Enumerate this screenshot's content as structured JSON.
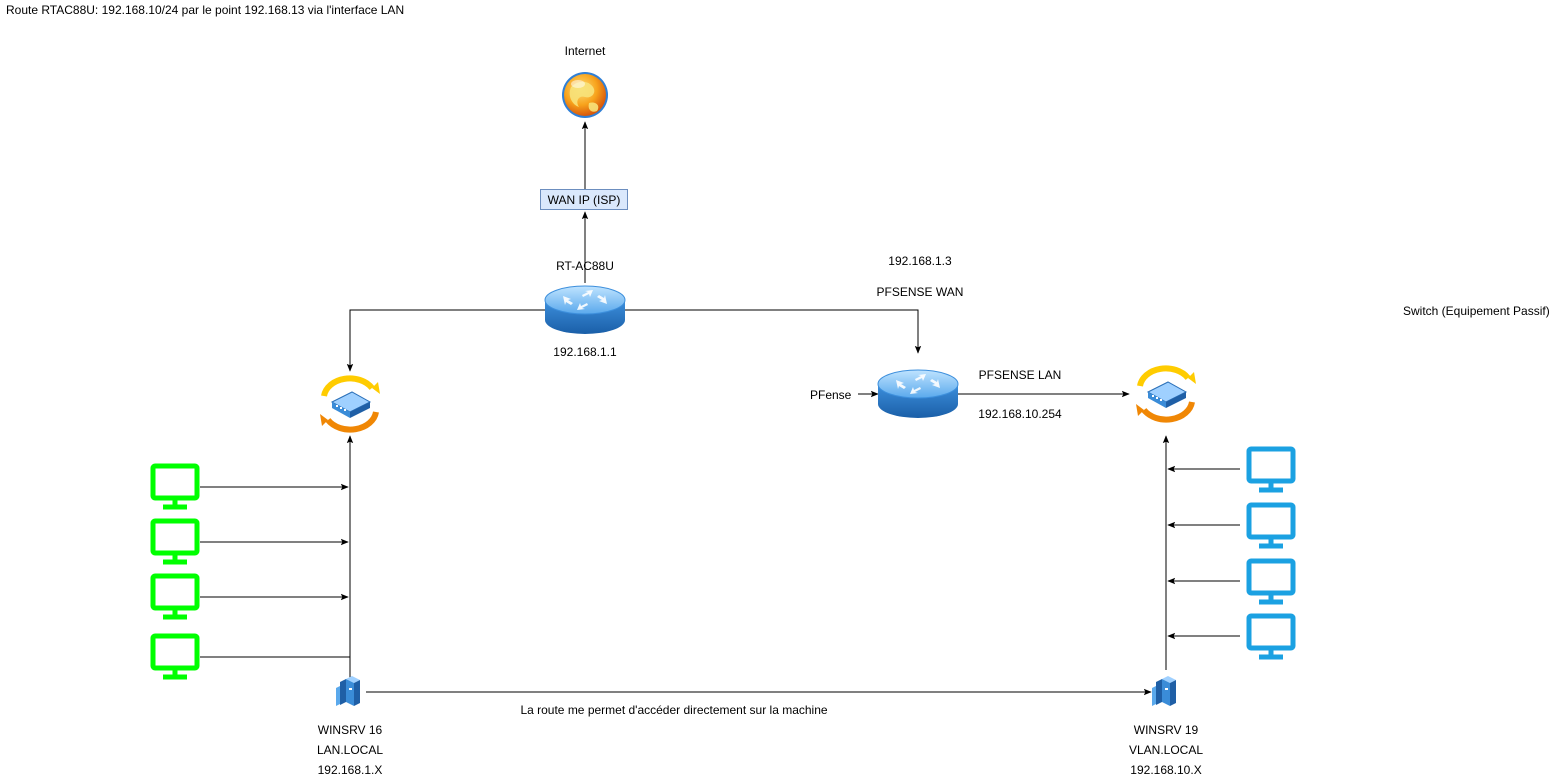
{
  "title": "Route RTAC88U: 192.168.10/24 par le point 192.168.13 via l'interface LAN",
  "nodes": {
    "internet": {
      "label": "Internet",
      "icon": "globe-icon"
    },
    "wan_ip": {
      "label": "WAN IP (ISP)"
    },
    "router": {
      "name": "RT-AC88U",
      "ip": "192.168.1.1",
      "icon": "router-icon"
    },
    "pfsense": {
      "name": "PFense",
      "wan_ip": "192.168.1.3",
      "wan_label": "PFSENSE WAN",
      "lan_label": "PFSENSE LAN",
      "lan_ip": "192.168.10.254",
      "icon": "router-icon"
    },
    "switch_left": {
      "icon": "switch-icon"
    },
    "switch_right": {
      "label": "Switch (Equipement Passif)",
      "icon": "switch-icon"
    },
    "winsrv16": {
      "name": "WINSRV 16",
      "domain": "LAN.LOCAL",
      "net": "192.168.1.X",
      "icon": "server-icon"
    },
    "winsrv19": {
      "name": "WINSRV 19",
      "domain": "VLAN.LOCAL",
      "net": "192.168.10.X",
      "icon": "server-icon"
    }
  },
  "route_label": "La route me permet d'accéder directement sur la machine",
  "clients": {
    "lan": {
      "count": 4,
      "color": "#00ff00",
      "icon": "monitor-icon"
    },
    "vlan": {
      "count": 4,
      "color": "#1ba1e2",
      "icon": "monitor-icon"
    }
  },
  "colors": {
    "switch_orange": "#f08705",
    "switch_yellow": "#ffcc00",
    "device_blue": "#3a8cd8",
    "box_fill": "#dae8fc",
    "box_border": "#6c8ebf"
  }
}
